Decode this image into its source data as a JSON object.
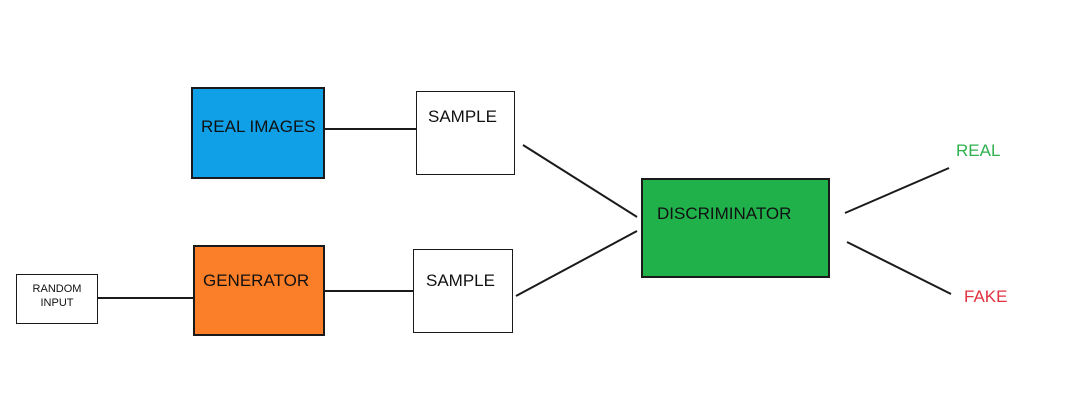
{
  "nodes": {
    "random_input": {
      "label_line1": "RANDOM",
      "label_line2": "INPUT"
    },
    "real_images": {
      "label": "REAL IMAGES",
      "color": "#0fa0e8"
    },
    "generator": {
      "label": "GENERATOR",
      "color": "#fb7e28"
    },
    "sample_top": {
      "label": "SAMPLE"
    },
    "sample_bottom": {
      "label": "SAMPLE"
    },
    "discriminator": {
      "label": "DISCRIMINATOR",
      "color": "#20b14b"
    }
  },
  "outputs": {
    "real": {
      "label": "REAL",
      "color": "#2eb04f"
    },
    "fake": {
      "label": "FAKE",
      "color": "#e0323f"
    }
  },
  "edges": [
    {
      "from": "random_input",
      "to": "generator"
    },
    {
      "from": "real_images",
      "to": "sample_top"
    },
    {
      "from": "generator",
      "to": "sample_bottom"
    },
    {
      "from": "sample_top",
      "to": "discriminator"
    },
    {
      "from": "sample_bottom",
      "to": "discriminator"
    },
    {
      "from": "discriminator",
      "to": "real"
    },
    {
      "from": "discriminator",
      "to": "fake"
    }
  ]
}
